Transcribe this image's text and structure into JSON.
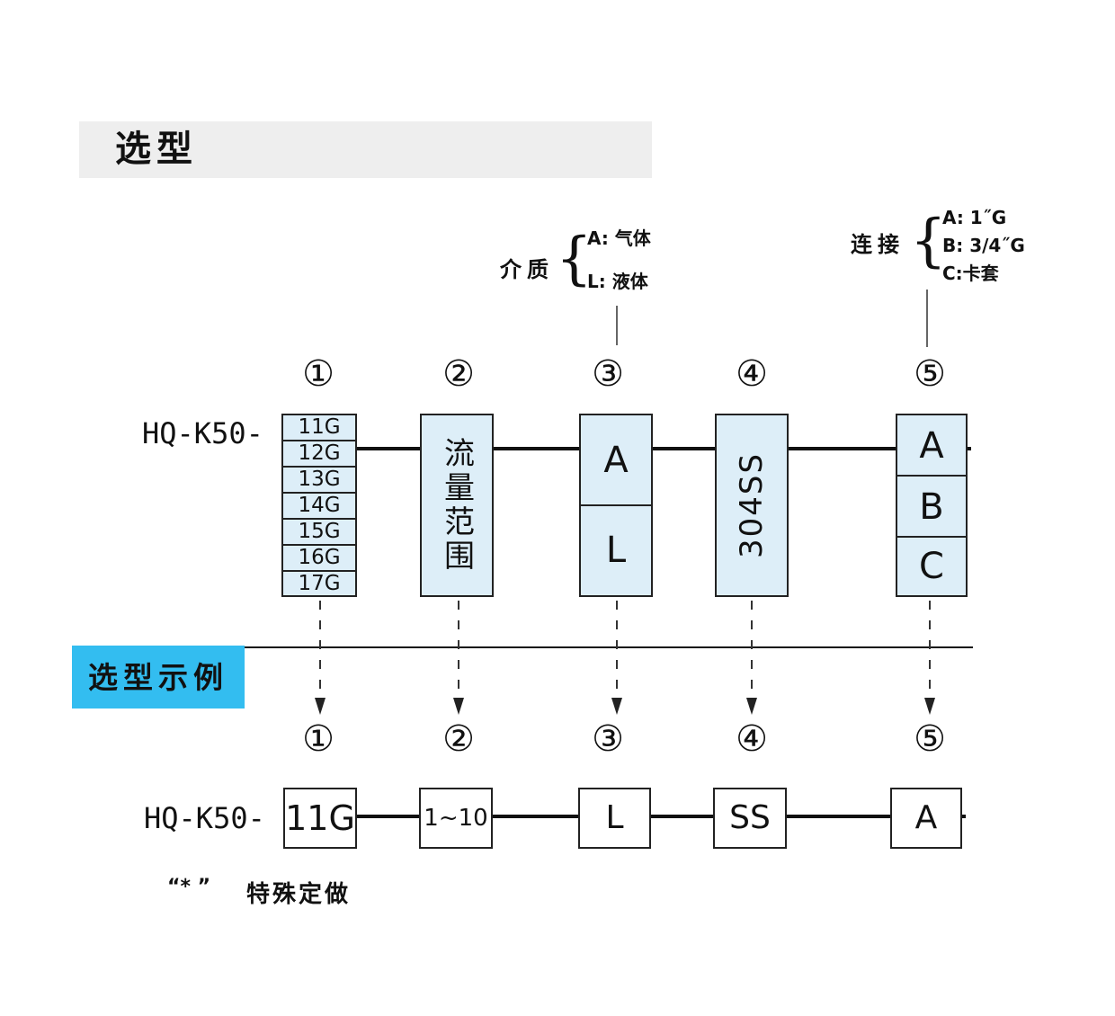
{
  "title": "选型",
  "example_title": "选型示例",
  "prefix": "HQ-K50-",
  "positions": [
    "①",
    "②",
    "③",
    "④",
    "⑤"
  ],
  "sizes": [
    "11G",
    "12G",
    "13G",
    "14G",
    "15G",
    "16G",
    "17G"
  ],
  "flow_range": "流量范围",
  "medium": {
    "label": "介质",
    "options": [
      "A: 气体",
      "L: 液体"
    ],
    "codes": [
      "A",
      "L"
    ]
  },
  "material": "304SS",
  "connection": {
    "label": "连接",
    "options": [
      "A: 1˝G",
      "B: 3/4˝G",
      "C:卡套"
    ],
    "codes": [
      "A",
      "B",
      "C"
    ]
  },
  "example": {
    "values": [
      "11G",
      "1~10",
      "L",
      "SS",
      "A"
    ]
  },
  "note": {
    "mark": "“* ”",
    "text": "特殊定做"
  }
}
